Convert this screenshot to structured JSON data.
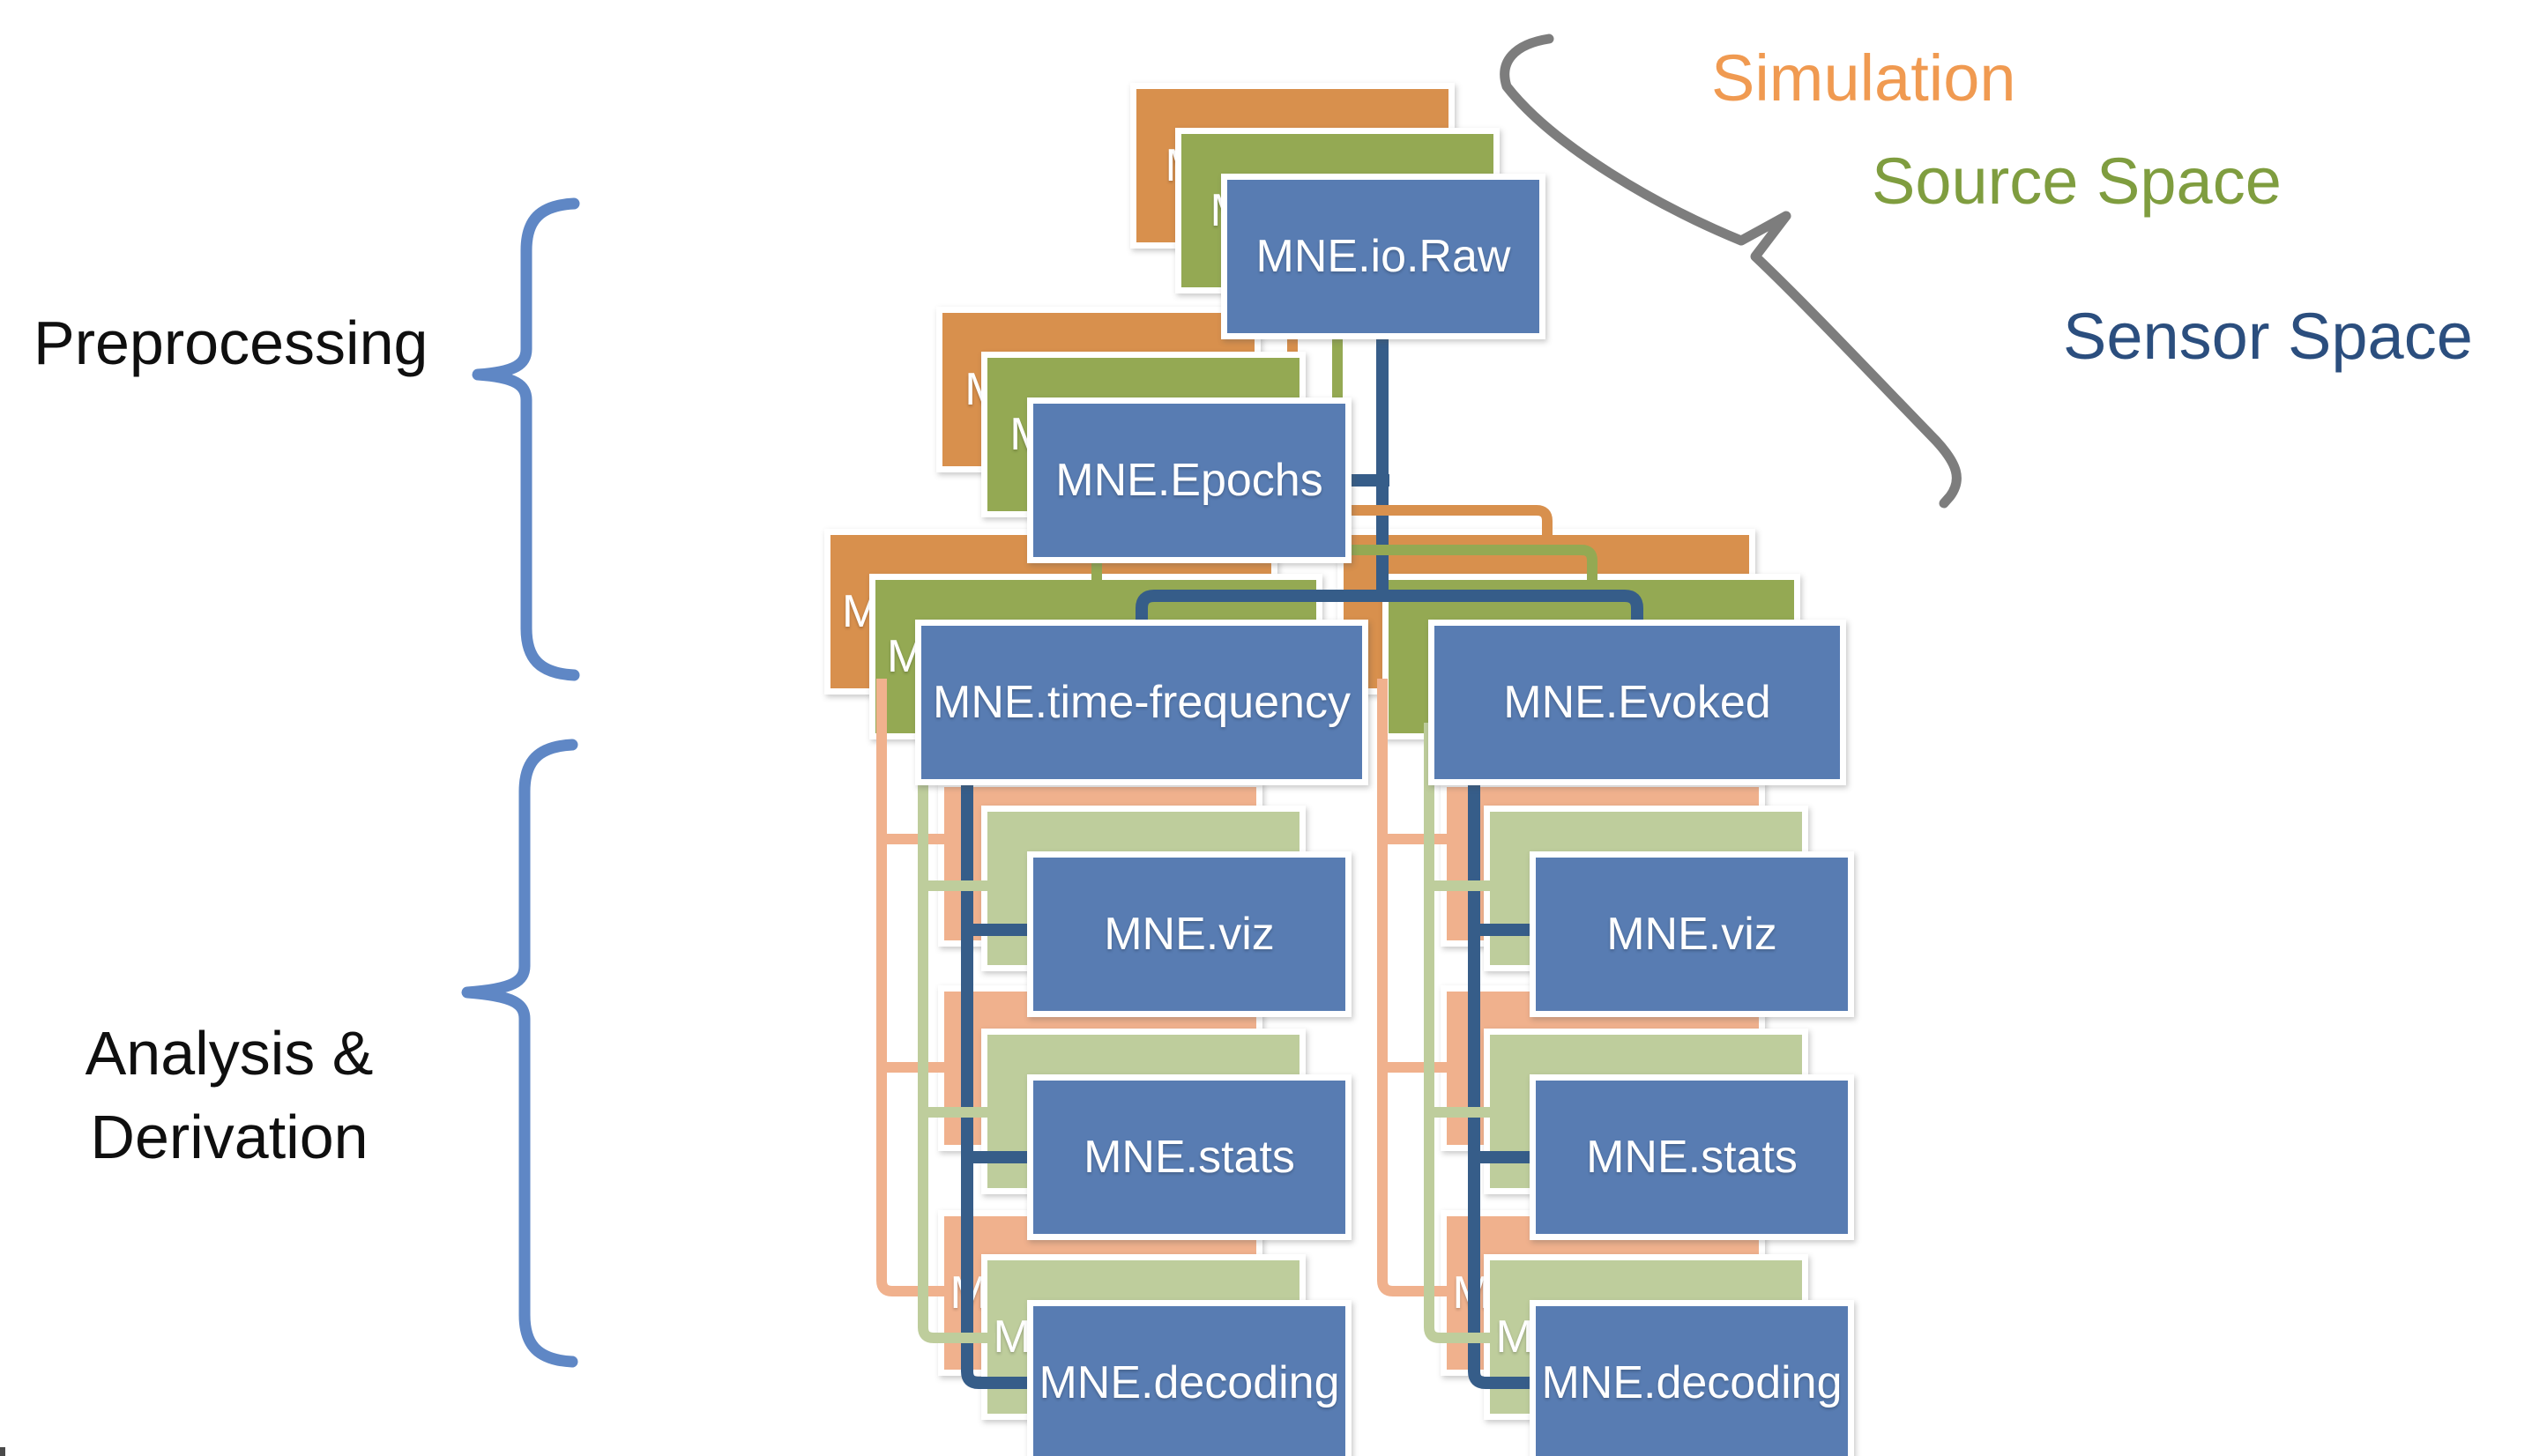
{
  "legend": {
    "simulation": "Simulation",
    "source_space": "Source Space",
    "sensor_space": "Sensor Space"
  },
  "sections": {
    "preprocessing": "Preprocessing",
    "analysis_line1": "Analysis &",
    "analysis_line2": "Derivation"
  },
  "modules": {
    "raw": "MNE.io.Raw",
    "epochs": "MNE.Epochs",
    "time_frequency": "MNE.time-frequency",
    "evoked": "MNE.Evoked",
    "viz": "MNE.viz",
    "stats": "MNE.stats",
    "decoding": "MNE.decoding"
  },
  "colors": {
    "sensor_fill": "#587CB2",
    "source_fill": "#94A953",
    "simulation_fill": "#D8904D",
    "source_fill_pale": "#BECD9C",
    "simulation_fill_pale": "#F0B18D",
    "sensor_line": "#365D89",
    "legend_simulation_text": "#F09A51",
    "legend_source_text": "#7F9D3F",
    "legend_sensor_text": "#2B4E7E",
    "section_text": "#0F0F0F",
    "brace_blue": "#5F87C5",
    "brace_gray": "#7D7D7D",
    "box_text": "#FFFFFF",
    "background": "#FFFFFF"
  }
}
